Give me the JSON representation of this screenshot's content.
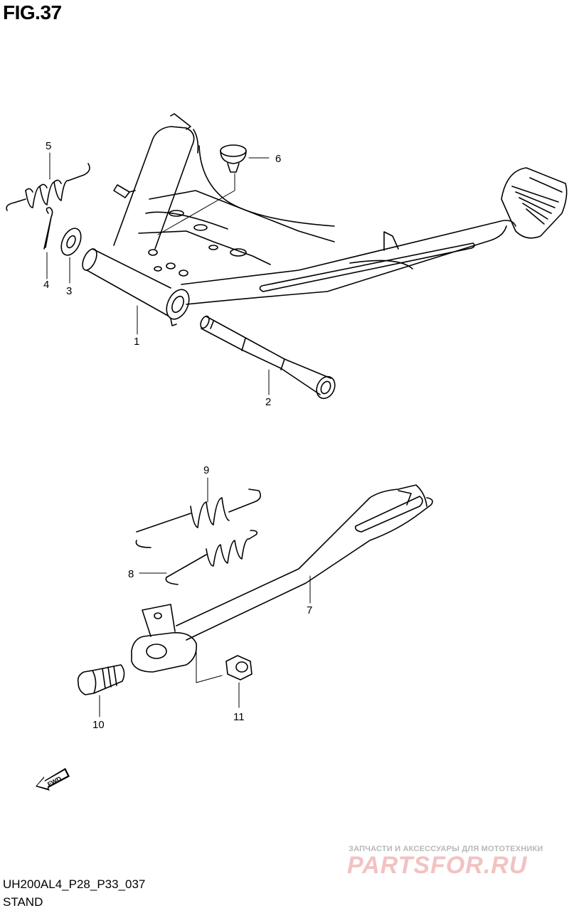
{
  "figure": {
    "title": "FIG.37"
  },
  "callouts": [
    "1",
    "2",
    "3",
    "4",
    "5",
    "6",
    "7",
    "8",
    "9",
    "10",
    "11"
  ],
  "footer": {
    "code": "UH200AL4_P28_P33_037",
    "name": "STAND"
  },
  "fwd_label": "FWD",
  "watermark": {
    "tagline": "ЗАПЧАСТИ И АКСЕССУАРЫ ДЛЯ МОТОТЕХНИКИ",
    "logo": "PARTSFOR.RU"
  }
}
